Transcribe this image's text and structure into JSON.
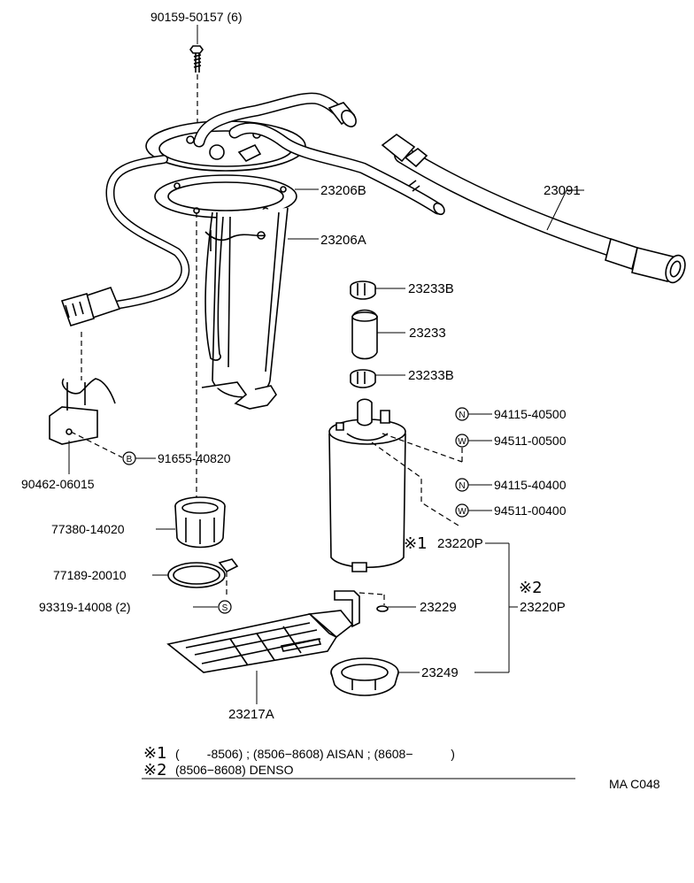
{
  "part_labels": {
    "bolt": "90159-50157 (6)",
    "p23206b": "23206B",
    "p23206a": "23206A",
    "p23091": "23091",
    "p23233b_top": "23233B",
    "p23233": "23233",
    "p23233b_bot": "23233B",
    "nut1": "94115-40500",
    "washer1": "94511-00500",
    "nut2": "94115-40400",
    "washer2": "94511-00400",
    "clamp_bolt": "91655-40820",
    "bracket": "90462-06015",
    "filter_cap": "77380-14020",
    "band": "77189-20010",
    "screw": "93319-14008 (2)",
    "pump1_mark": "※1",
    "pump1": "23220P",
    "pump2_mark": "※2",
    "pump2": "23220P",
    "p23229": "23229",
    "p23249": "23249",
    "p23217a": "23217A"
  },
  "circle_marks": {
    "n1": "N",
    "w1": "W",
    "n2": "N",
    "w2": "W",
    "b": "B",
    "s": "S"
  },
  "notes": {
    "mark1": "※1",
    "line1": "(        -8506) ; (8506−8608) AISAN ; (8608−           )",
    "mark2": "※2",
    "line2": "(8506−8608) DENSO"
  },
  "figure_code": "MA C048"
}
